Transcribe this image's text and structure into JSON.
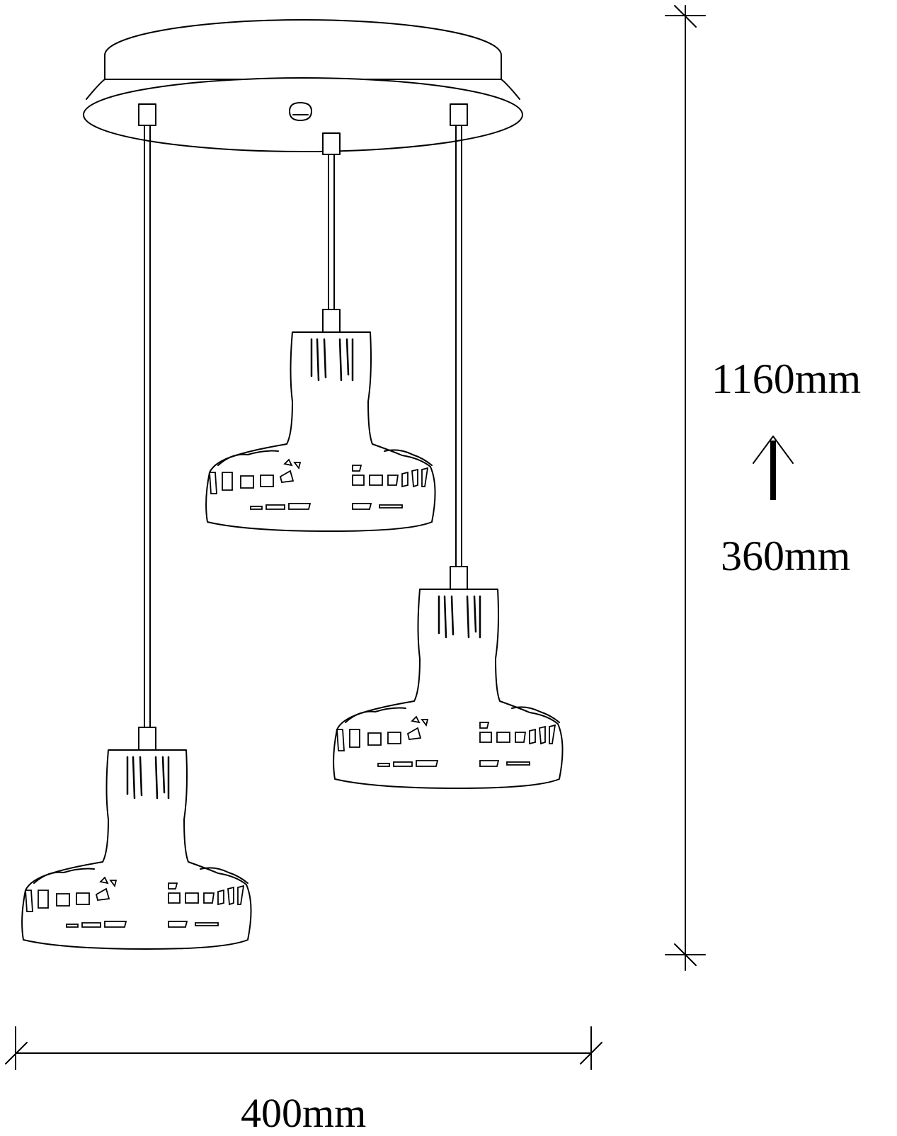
{
  "dimensions": {
    "height_max": "1160mm",
    "height_min": "360mm",
    "width": "400mm"
  },
  "colors": {
    "line": "#000000",
    "background": "#ffffff"
  },
  "icons": {
    "adjust_arrow": "up-arrow-icon"
  }
}
